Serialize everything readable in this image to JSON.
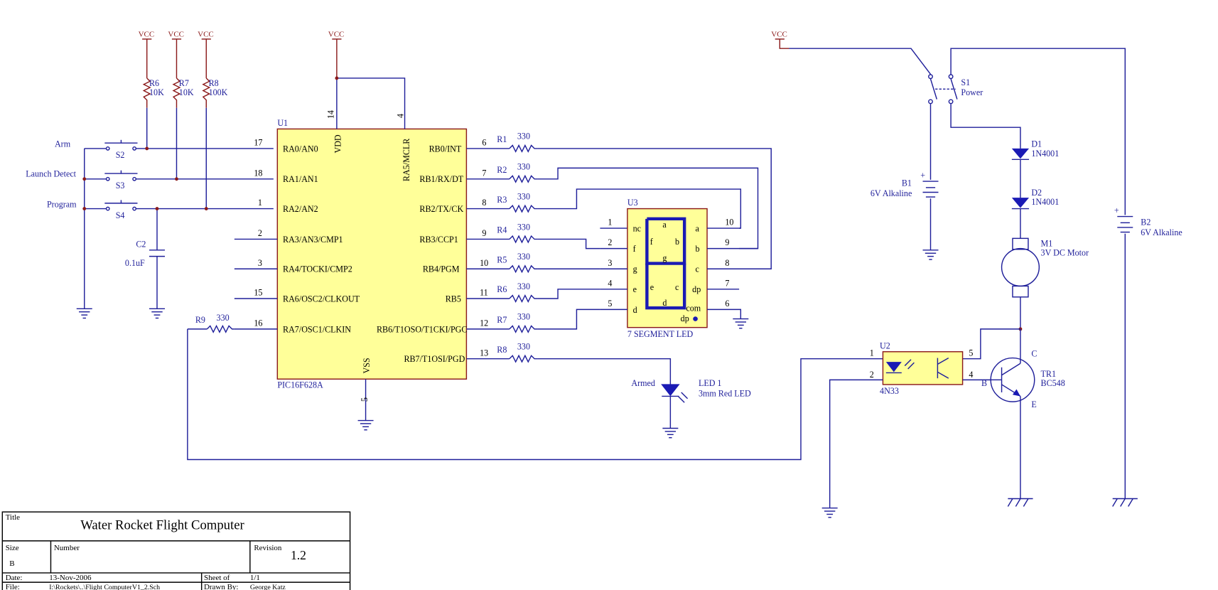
{
  "power_labels": {
    "vcc": "VCC"
  },
  "u1": {
    "ref": "U1",
    "part": "PIC16F628A",
    "vdd": "VDD",
    "vss": "VSS",
    "mclr": "RA5/MCLR",
    "vdd_pin": "14",
    "mclr_pin": "4",
    "vss_pin": "5",
    "left_pins": [
      {
        "num": "17",
        "name": "RA0/AN0"
      },
      {
        "num": "18",
        "name": "RA1/AN1"
      },
      {
        "num": "1",
        "name": "RA2/AN2"
      },
      {
        "num": "2",
        "name": "RA3/AN3/CMP1"
      },
      {
        "num": "3",
        "name": "RA4/TOCKI/CMP2"
      },
      {
        "num": "15",
        "name": "RA6/OSC2/CLKOUT"
      },
      {
        "num": "16",
        "name": "RA7/OSC1/CLKIN"
      }
    ],
    "right_pins": [
      {
        "num": "6",
        "name": "RB0/INT"
      },
      {
        "num": "7",
        "name": "RB1/RX/DT"
      },
      {
        "num": "8",
        "name": "RB2/TX/CK"
      },
      {
        "num": "9",
        "name": "RB3/CCP1"
      },
      {
        "num": "10",
        "name": "RB4/PGM"
      },
      {
        "num": "11",
        "name": "RB5"
      },
      {
        "num": "12",
        "name": "RB6/T1OSO/T1CKI/PGC"
      },
      {
        "num": "13",
        "name": "RB7/T1OSI/PGD"
      }
    ]
  },
  "pullups": [
    {
      "ref": "R6",
      "value": "10K"
    },
    {
      "ref": "R7",
      "value": "10K"
    },
    {
      "ref": "R8",
      "value": "100K"
    }
  ],
  "switches": [
    {
      "label": "Arm",
      "ref": "S2"
    },
    {
      "label": "Launch Detect",
      "ref": "S3"
    },
    {
      "label": "Program",
      "ref": "S4"
    }
  ],
  "c2": {
    "ref": "C2",
    "value": "0.1uF"
  },
  "r9": {
    "ref": "R9",
    "value": "330"
  },
  "series_resistors": [
    {
      "ref": "R1",
      "value": "330"
    },
    {
      "ref": "R2",
      "value": "330"
    },
    {
      "ref": "R3",
      "value": "330"
    },
    {
      "ref": "R4",
      "value": "330"
    },
    {
      "ref": "R5",
      "value": "330"
    },
    {
      "ref": "R6",
      "value": "330"
    },
    {
      "ref": "R7",
      "value": "330"
    },
    {
      "ref": "R8",
      "value": "330"
    }
  ],
  "u3": {
    "ref": "U3",
    "name": "7 SEGMENT LED",
    "left_pins": [
      {
        "num": "1",
        "name": "nc"
      },
      {
        "num": "2",
        "name": "f"
      },
      {
        "num": "3",
        "name": "g"
      },
      {
        "num": "4",
        "name": "e"
      },
      {
        "num": "5",
        "name": "d"
      }
    ],
    "right_pins": [
      {
        "num": "10",
        "name": "a"
      },
      {
        "num": "9",
        "name": "b"
      },
      {
        "num": "8",
        "name": "c"
      },
      {
        "num": "7",
        "name": "dp"
      },
      {
        "num": "6",
        "name": "com"
      }
    ],
    "segments": {
      "a": "a",
      "b": "b",
      "c": "c",
      "d": "d",
      "e": "e",
      "f": "f",
      "g": "g",
      "dp": "dp"
    }
  },
  "led1": {
    "net": "Armed",
    "ref": "LED 1",
    "desc": "3mm Red LED"
  },
  "s1": {
    "ref": "S1",
    "name": "Power"
  },
  "b1": {
    "ref": "B1",
    "value": "6V Alkaline"
  },
  "b2": {
    "ref": "B2",
    "value": "6V Alkaline"
  },
  "d1": {
    "ref": "D1",
    "value": "1N4001"
  },
  "d2": {
    "ref": "D2",
    "value": "1N4001"
  },
  "m1": {
    "ref": "M1",
    "value": "3V DC Motor"
  },
  "u2": {
    "ref": "U2",
    "part": "4N33",
    "pins": [
      "1",
      "2",
      "5",
      "4"
    ]
  },
  "tr1": {
    "ref": "TR1",
    "part": "BC548",
    "c": "C",
    "b": "B",
    "e": "E"
  },
  "title_block": {
    "title_label": "Title",
    "title": "Water Rocket Flight Computer",
    "size_label": "Size",
    "size": "B",
    "number_label": "Number",
    "revision_label": "Revision",
    "revision": "1.2",
    "date_label": "Date:",
    "date": "13-Nov-2006",
    "sheet_label": "Sheet    of",
    "sheet": "1/1",
    "file_label": "File:",
    "file": "I:\\Rockets\\..\\Flight ComputerV1_2.Sch",
    "drawn_label": "Drawn By:",
    "drawn": "George Katz"
  }
}
